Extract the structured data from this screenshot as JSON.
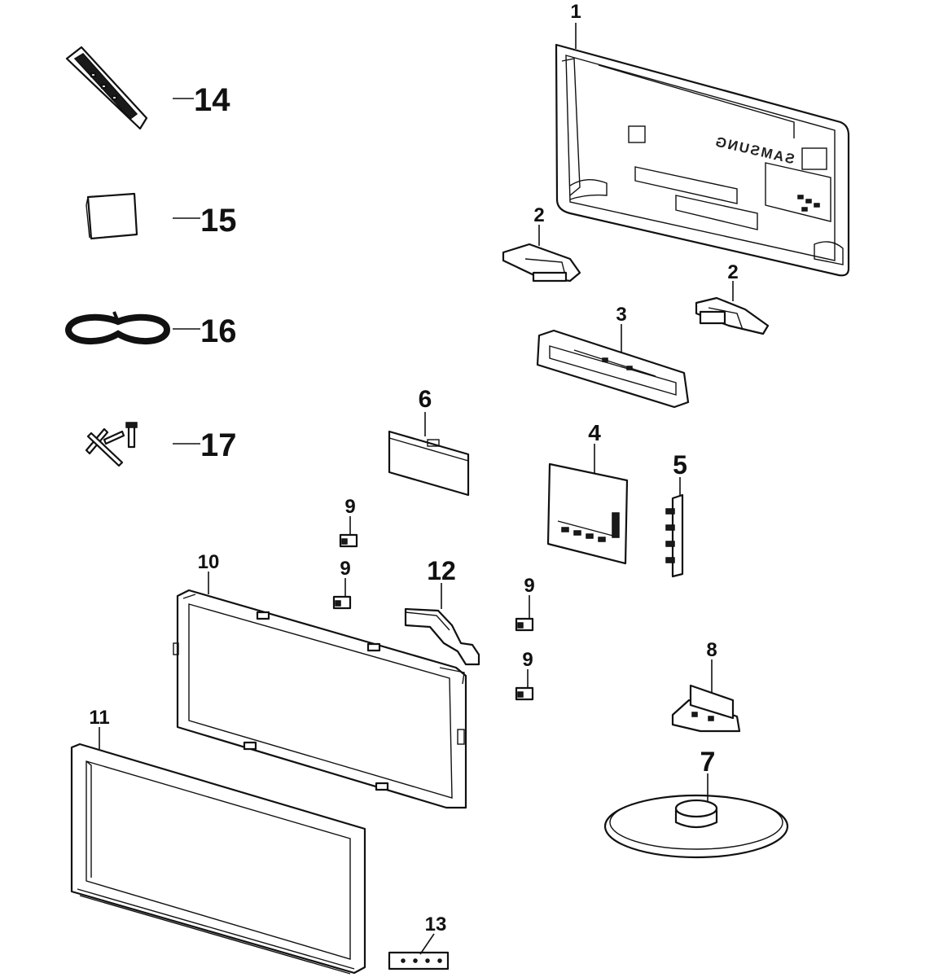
{
  "diagram": {
    "brand_mark": "SAMSUNG",
    "parts": [
      {
        "id": "1",
        "label": "1"
      },
      {
        "id": "2a",
        "label": "2"
      },
      {
        "id": "2b",
        "label": "2"
      },
      {
        "id": "3",
        "label": "3"
      },
      {
        "id": "4",
        "label": "4"
      },
      {
        "id": "5",
        "label": "5"
      },
      {
        "id": "6",
        "label": "6"
      },
      {
        "id": "7",
        "label": "7"
      },
      {
        "id": "8",
        "label": "8"
      },
      {
        "id": "9a",
        "label": "9"
      },
      {
        "id": "9b",
        "label": "9"
      },
      {
        "id": "9c",
        "label": "9"
      },
      {
        "id": "9d",
        "label": "9"
      },
      {
        "id": "10",
        "label": "10"
      },
      {
        "id": "11",
        "label": "11"
      },
      {
        "id": "12",
        "label": "12"
      },
      {
        "id": "13",
        "label": "13"
      },
      {
        "id": "14",
        "label": "14"
      },
      {
        "id": "15",
        "label": "15"
      },
      {
        "id": "16",
        "label": "16"
      },
      {
        "id": "17",
        "label": "17"
      }
    ]
  }
}
